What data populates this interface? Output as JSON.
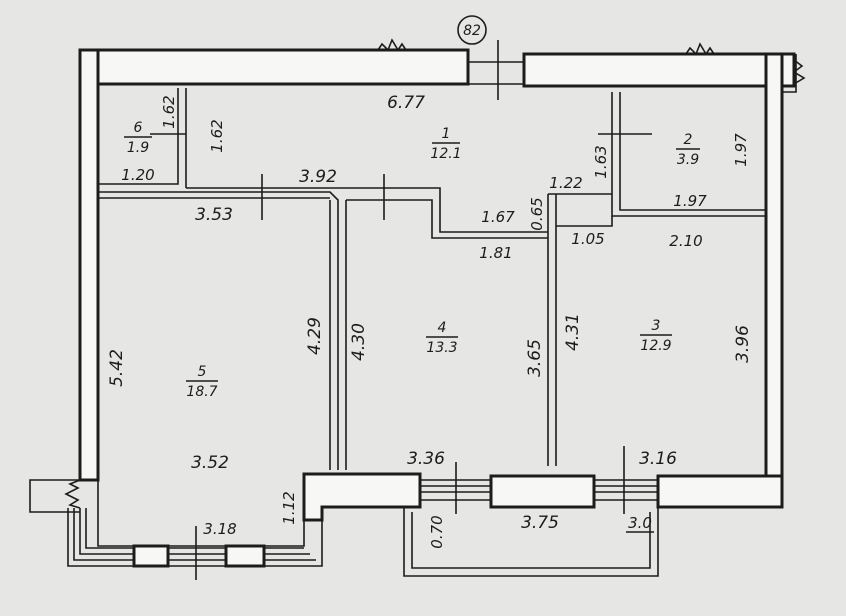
{
  "plan_number": "82",
  "rooms": [
    {
      "number": "1",
      "area": "12.1"
    },
    {
      "number": "2",
      "area": "3.9"
    },
    {
      "number": "3",
      "area": "12.9"
    },
    {
      "number": "4",
      "area": "13.3"
    },
    {
      "number": "5",
      "area": "18.7"
    },
    {
      "number": "6",
      "area": "1.9"
    }
  ],
  "dimensions": {
    "hall_top": "6.77",
    "closet_left": "1.62",
    "closet_right": "1.62",
    "closet_bottom": "1.20",
    "hall_corridor": "3.92",
    "room5_top": "3.53",
    "hall_step": "1.67",
    "hall_step_depth": "0.65",
    "room4_top": "1.81",
    "room2_left": "1.63",
    "room2_niche": "1.22",
    "room2_right": "1.97",
    "room2_bottom": "1.97",
    "room3_niche": "1.05",
    "room3_top": "2.10",
    "room5_left": "5.42",
    "room5_right": "4.29",
    "room4_left": "4.30",
    "room4_right": "3.65",
    "room3_left": "4.31",
    "room3_right": "3.96",
    "room5_bottom": "3.52",
    "room4_bottom": "3.36",
    "room3_bottom": "3.16",
    "loggia_left_depth": "1.12",
    "loggia_left_width": "3.18",
    "balcony_depth": "0.70",
    "balcony_width": "3.75",
    "balcony_right": "3.0"
  }
}
